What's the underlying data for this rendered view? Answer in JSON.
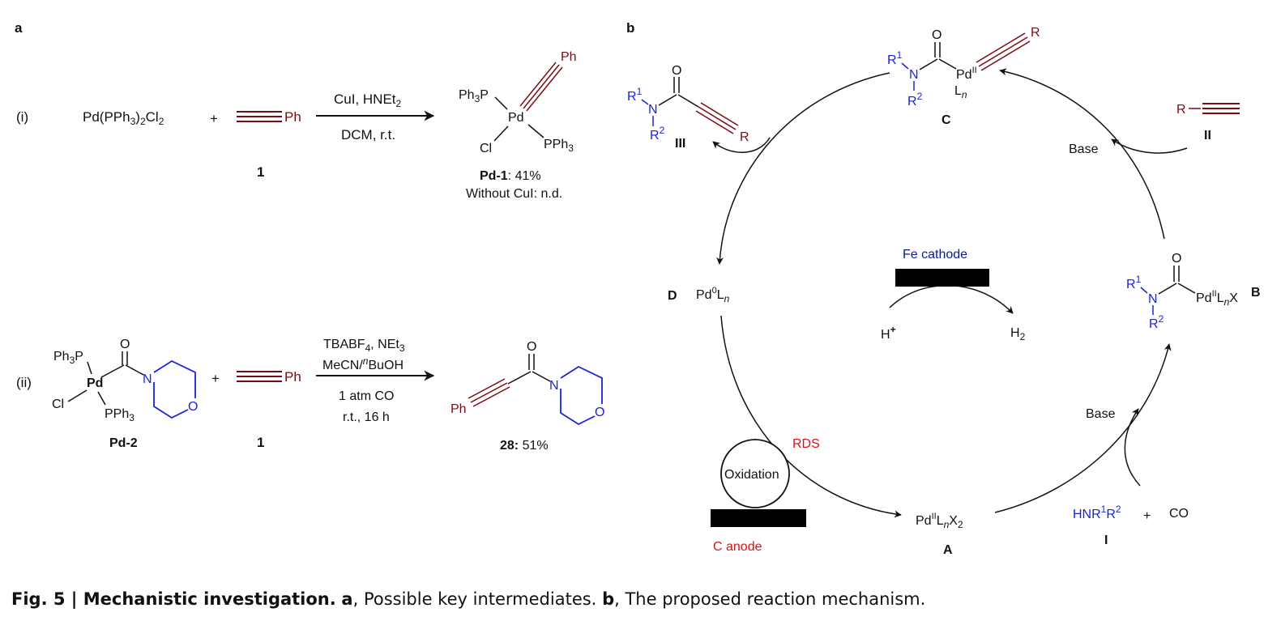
{
  "panel_a": {
    "label": "a",
    "reaction_i": {
      "number": "(i)",
      "reactant_catalyst": "Pd(PPh3)2Cl2",
      "plus": "+",
      "alkyne_ph": "Ph",
      "alkyne_number": "1",
      "condition_top": "CuI, HNEt2",
      "condition_bottom": "DCM, r.t.",
      "product_ligand_1": "Ph3P",
      "product_metal": "Pd",
      "product_cl": "Cl",
      "product_ligand_2": "PPh3",
      "product_ph": "Ph",
      "product_name": "Pd-1",
      "product_yield": ": 41%",
      "product_note": "Without CuI: n.d."
    },
    "reaction_ii": {
      "number": "(ii)",
      "complex_ligand_1": "Ph3P",
      "complex_metal": "Pd",
      "complex_cl": "Cl",
      "complex_ligand_2": "PPh3",
      "complex_o": "O",
      "complex_n": "N",
      "complex_ring_o": "O",
      "complex_name": "Pd-2",
      "plus": "+",
      "alkyne_ph": "Ph",
      "alkyne_number": "1",
      "condition_1": "TBABF4, NEt3",
      "condition_2": "MeCN/nBuOH",
      "condition_3": "1 atm CO",
      "condition_4": "r.t., 16 h",
      "product_ph": "Ph",
      "product_o": "O",
      "product_n": "N",
      "product_ring_o": "O",
      "product_name": "28:",
      "product_yield": " 51%"
    }
  },
  "panel_b": {
    "label": "b",
    "C": {
      "label": "C",
      "r1": "R1",
      "n": "N",
      "r2": "R2",
      "o": "O",
      "pd": "PdII",
      "ln": "Ln",
      "r": "R"
    },
    "III": {
      "label": "III",
      "r1": "R1",
      "n": "N",
      "r2": "R2",
      "o": "O",
      "r": "R"
    },
    "II": {
      "label": "II",
      "r": "R"
    },
    "base_top": "Base",
    "D": {
      "label": "D",
      "species": "Pd0Ln"
    },
    "B": {
      "label": "B",
      "r1": "R1",
      "n": "N",
      "r2": "R2",
      "o": "O",
      "species": "PdIILnX"
    },
    "fe_cathode": "Fe cathode",
    "h_plus": "H+",
    "h2": "H2",
    "rds": "RDS",
    "oxidation": "Oxidation",
    "c_anode": "C anode",
    "A": {
      "label": "A",
      "species": "PdIILnX2"
    },
    "base_bottom": "Base",
    "I": {
      "label": "I",
      "amine": "HNR1R2",
      "plus": "+",
      "co": "CO"
    }
  },
  "caption": {
    "prefix": "Fig. 5 | Mechanistic investigation.",
    "a_tag": "a",
    "a_text": ", Possible key intermediates.",
    "b_tag": "b",
    "b_text": ", The proposed reaction mechanism."
  }
}
